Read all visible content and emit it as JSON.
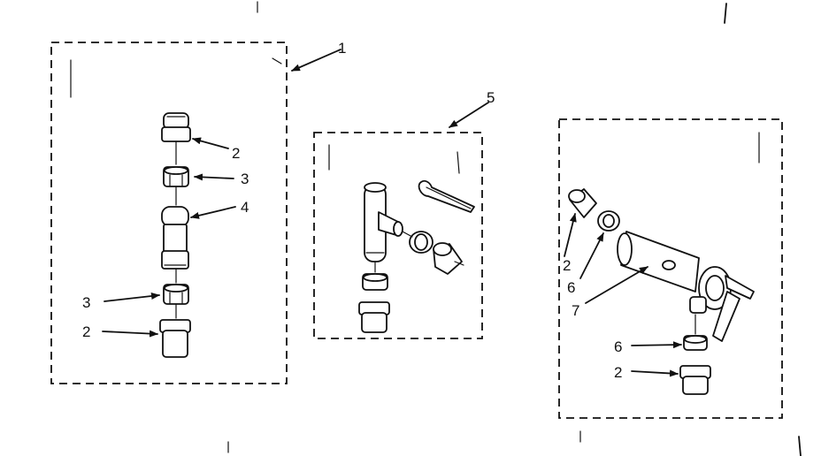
{
  "callouts": {
    "g1": {
      "item_1": "1",
      "item_2a": "2",
      "item_3a": "3",
      "item_4": "4",
      "item_3b": "3",
      "item_2b": "2"
    },
    "g2": {
      "item_5": "5"
    },
    "g3": {
      "item_2a": "2",
      "item_6a": "6",
      "item_7": "7",
      "item_6b": "6",
      "item_2b": "2"
    }
  }
}
